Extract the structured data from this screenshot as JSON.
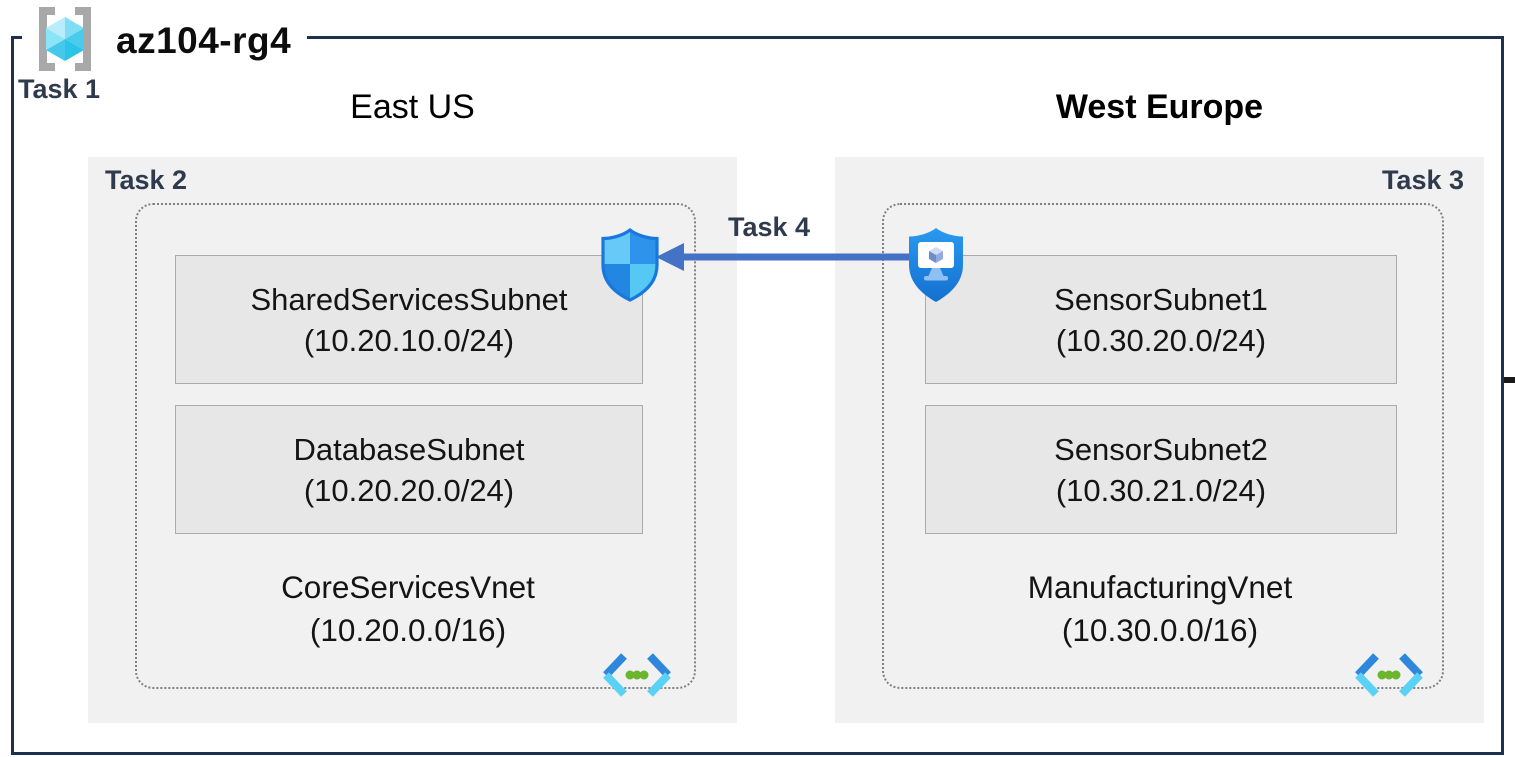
{
  "header": {
    "title": "az104-rg4",
    "task_label": "Task 1"
  },
  "regions": [
    {
      "name": "East US",
      "task_label": "Task 2",
      "vnet": {
        "name": "CoreServicesVnet",
        "cidr": "(10.20.0.0/16)",
        "subnets": [
          {
            "name": "SharedServicesSubnet",
            "cidr": "(10.20.10.0/24)"
          },
          {
            "name": "DatabaseSubnet",
            "cidr": "(10.20.20.0/24)"
          }
        ]
      }
    },
    {
      "name": "West Europe",
      "task_label": "Task 3",
      "vnet": {
        "name": "ManufacturingVnet",
        "cidr": "(10.30.0.0/16)",
        "subnets": [
          {
            "name": "SensorSubnet1",
            "cidr": "(10.30.20.0/24)"
          },
          {
            "name": "SensorSubnet2",
            "cidr": "(10.30.21.0/24)"
          }
        ]
      }
    }
  ],
  "connector": {
    "label": "Task 4",
    "direction": "right-to-left"
  },
  "icons": {
    "resource_group": "resource-group-icon",
    "left_vnet_badge": "network-security-group-shield-icon",
    "right_vnet_badge": "bastion-shield-monitor-icon",
    "vnet_corner": "virtual-network-icon"
  },
  "colors": {
    "boundary_border": "#1d3050",
    "task_text": "#2f3b4d",
    "region_bg": "#f1f1f1",
    "subnet_bg": "#e7e7e7",
    "subnet_border": "#ababab",
    "vnet_dotted_border": "#808080",
    "arrow": "#4472c4"
  }
}
